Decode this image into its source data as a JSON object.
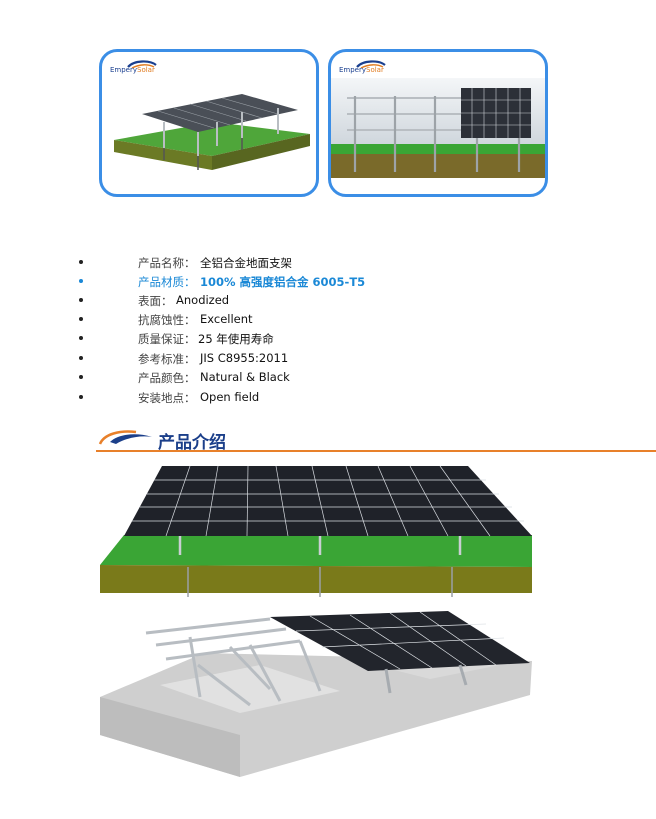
{
  "gallery": {
    "left": {
      "brand_prefix": "Empery",
      "brand_suffix": "Solar"
    },
    "right": {
      "brand_prefix": "Empery",
      "brand_suffix": "Solar"
    }
  },
  "specs": [
    {
      "label": "产品名称：",
      "value": "全铝合金地面支架",
      "highlight": false
    },
    {
      "label": "产品材质：",
      "value": "100%  高强度铝合金 6005-T5",
      "highlight": true
    },
    {
      "label": "表面：",
      "value": "Anodized",
      "highlight": false
    },
    {
      "label": "抗腐蚀性：",
      "value": "Excellent",
      "highlight": false
    },
    {
      "label": "质量保证：",
      "value": "25 年使用寿命",
      "highlight": false
    },
    {
      "label": "参考标准：",
      "value": "JIS C8955:2011",
      "highlight": false
    },
    {
      "label": "产品颜色：",
      "value": "Natural & Black",
      "highlight": false
    },
    {
      "label": "安装地点：",
      "value": "Open field",
      "highlight": false
    }
  ],
  "section": {
    "title": "产品介绍"
  },
  "colors": {
    "frame_blue": "#3b8ee6",
    "accent_orange": "#e8802a",
    "highlight_blue": "#1a88d6",
    "grass": "#3aa535",
    "soil": "#7a7a2a"
  }
}
